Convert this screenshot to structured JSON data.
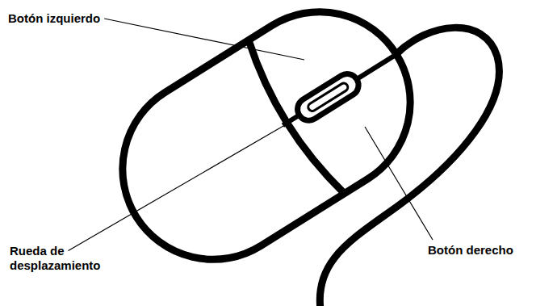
{
  "diagram": {
    "labels": [
      "Botón izquierdo",
      "Rueda de desplazamiento",
      "Botón derecho"
    ]
  }
}
